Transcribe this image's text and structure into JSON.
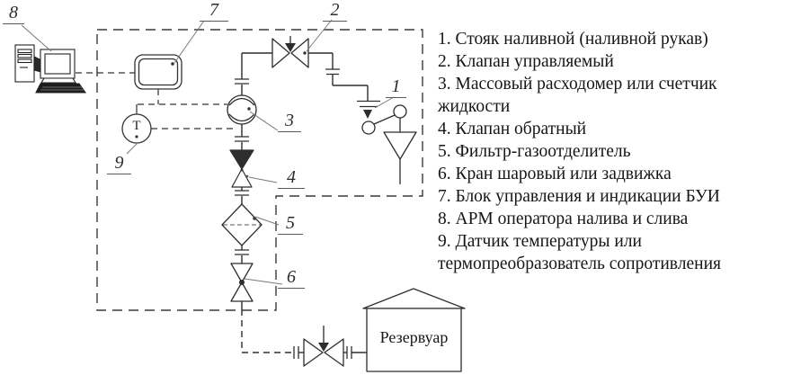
{
  "diagram": {
    "callouts": {
      "c1": "1",
      "c2": "2",
      "c3": "3",
      "c4": "4",
      "c5": "5",
      "c6": "6",
      "c7": "7",
      "c8": "8",
      "c9": "9"
    },
    "reservoir_label": "Резервуар",
    "temp_sensor_letter": "Т"
  },
  "legend": {
    "items": [
      "1. Стояк наливной (наливной рукав)",
      "2. Клапан управляемый",
      "3. Массовый расходомер или счетчик жидкости",
      "4. Клапан обратный",
      "5. Фильтр-газоотделитель",
      "6. Кран шаровый или задвижка",
      "7. Блок управления и индикации БУИ",
      "8. АРМ оператора налива и слива",
      "9. Датчик температуры или термопреобразователь сопротивления"
    ]
  },
  "colors": {
    "line": "#2e2e2e",
    "leader": "#787878",
    "background": "#ffffff",
    "text": "#161616"
  }
}
